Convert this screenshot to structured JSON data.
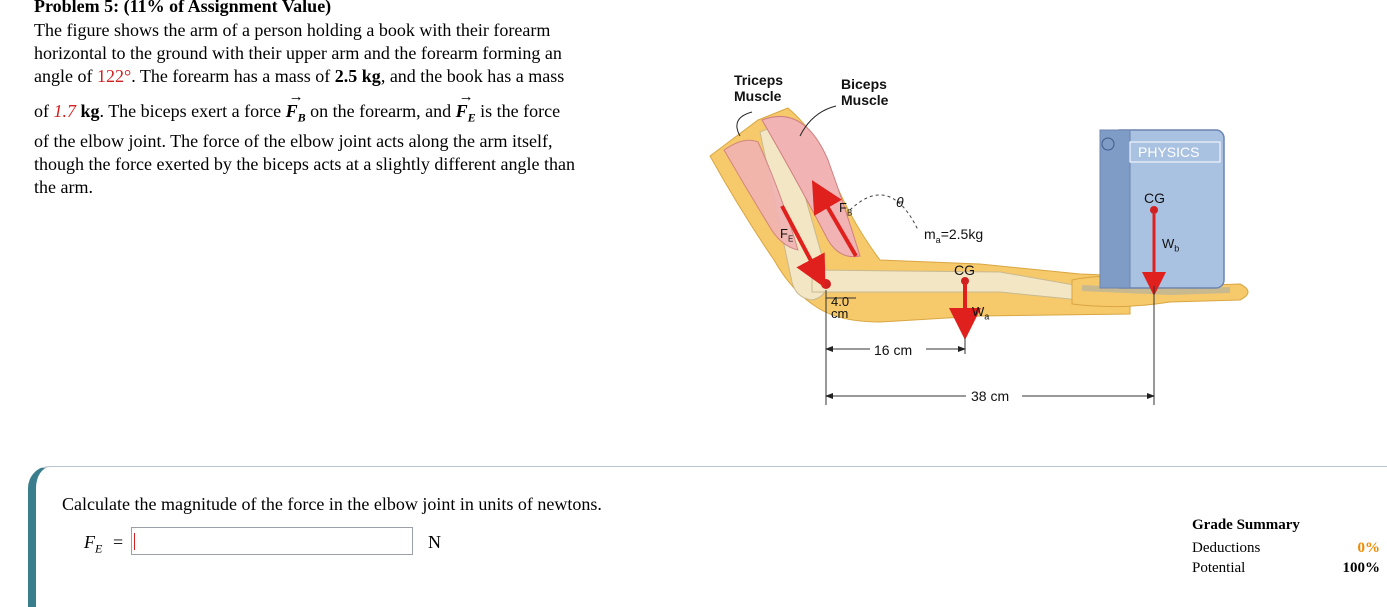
{
  "problem": {
    "title": "Problem 5: (11% of Assignment Value)",
    "text_line1": "The figure shows the arm of a person holding a book with their forearm",
    "text_line2": "horizontal to the ground with their upper arm and the forearm forming an",
    "text_line3a": "angle of ",
    "angle_value": "122°",
    "text_line3b": ". The forearm has a mass of ",
    "forearm_mass": "2.5 kg",
    "text_line3c": ", and the book has a mass",
    "text_line4a": "of ",
    "book_mass_value": "1.7",
    "book_mass_unit": " kg",
    "text_line4b": ". The biceps exert a force ",
    "force_b_symbol": "F",
    "force_b_sub": "B",
    "text_line4c": " on the forearm, and ",
    "force_e_symbol": "F",
    "force_e_sub": "E",
    "text_line4d": " is the force",
    "text_line5": "of the elbow joint. The force of the elbow joint acts along the arm itself,",
    "text_line6": "though the force exerted by the biceps acts at a slightly different angle than",
    "text_line7": "the arm."
  },
  "figure": {
    "triceps_label": "Triceps\nMuscle",
    "biceps_label": "Biceps\nMuscle",
    "book_label": "PHYSICS",
    "book_cg_label": "CG",
    "wb_label": "W",
    "wb_sub": "b",
    "forearm_mass_label": "m",
    "forearm_mass_sub": "a",
    "forearm_mass_value": "=2.5kg",
    "forearm_cg_label": "CG",
    "wa_label": "W",
    "wa_sub": "a",
    "theta_label": "θ",
    "fb_label": "F",
    "fb_sub": "B",
    "fe_label": "F",
    "fe_sub": "E",
    "dist_small_value": "4.0",
    "dist_small_unit": "cm",
    "dist_16_label": "16 cm",
    "dist_38_label": "38 cm"
  },
  "question": {
    "prompt": "Calculate the magnitude of the force in the elbow joint in units of newtons.",
    "variable": "F",
    "variable_sub": "E",
    "equals": "=",
    "input_value": "",
    "unit": "N"
  },
  "grade": {
    "title": "Grade Summary",
    "deductions_label": "Deductions",
    "deductions_value": "0%",
    "potential_label": "Potential",
    "potential_value": "100%"
  },
  "colors": {
    "arm_skin": "#f6c96b",
    "bone": "#f3e6c4",
    "muscle": "#f1b3b3",
    "arrow_red": "#e0201c",
    "book_blue": "#aac2e2",
    "book_spine": "#7f9cc7",
    "accent_red": "#d21f1f",
    "panel_border": "#3a7d8c",
    "grade_orange": "#ee8a00"
  }
}
